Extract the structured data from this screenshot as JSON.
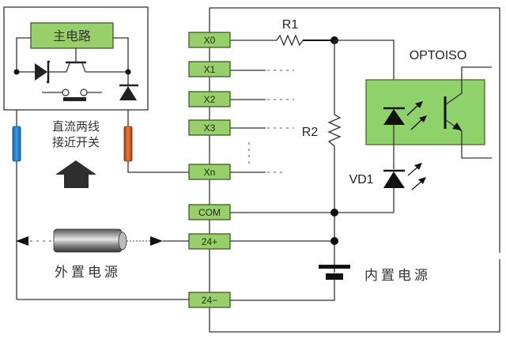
{
  "main_circuit": {
    "label": "主电路",
    "sensor_caption_line1": "直流两线",
    "sensor_caption_line2": "接近开关"
  },
  "external_power": {
    "label": "外置电源"
  },
  "internal_power": {
    "label": "内置电源"
  },
  "terminals": [
    {
      "id": "X0",
      "label": "X0"
    },
    {
      "id": "X1",
      "label": "X1"
    },
    {
      "id": "X2",
      "label": "X2"
    },
    {
      "id": "X3",
      "label": "X3"
    },
    {
      "id": "Xn",
      "label": "Xn"
    },
    {
      "id": "COM",
      "label": "COM"
    },
    {
      "id": "24p",
      "label": "24+"
    },
    {
      "id": "24m",
      "label": "24−"
    }
  ],
  "components": {
    "r1": "R1",
    "r2": "R2",
    "vd1": "VD1",
    "optoiso": "OPTOISO"
  },
  "colors": {
    "terminal_fill": "#99cf6a",
    "opto_fill": "#8fd16a",
    "wire_blue": "#1e7fd0",
    "wire_red": "#d9531e"
  }
}
